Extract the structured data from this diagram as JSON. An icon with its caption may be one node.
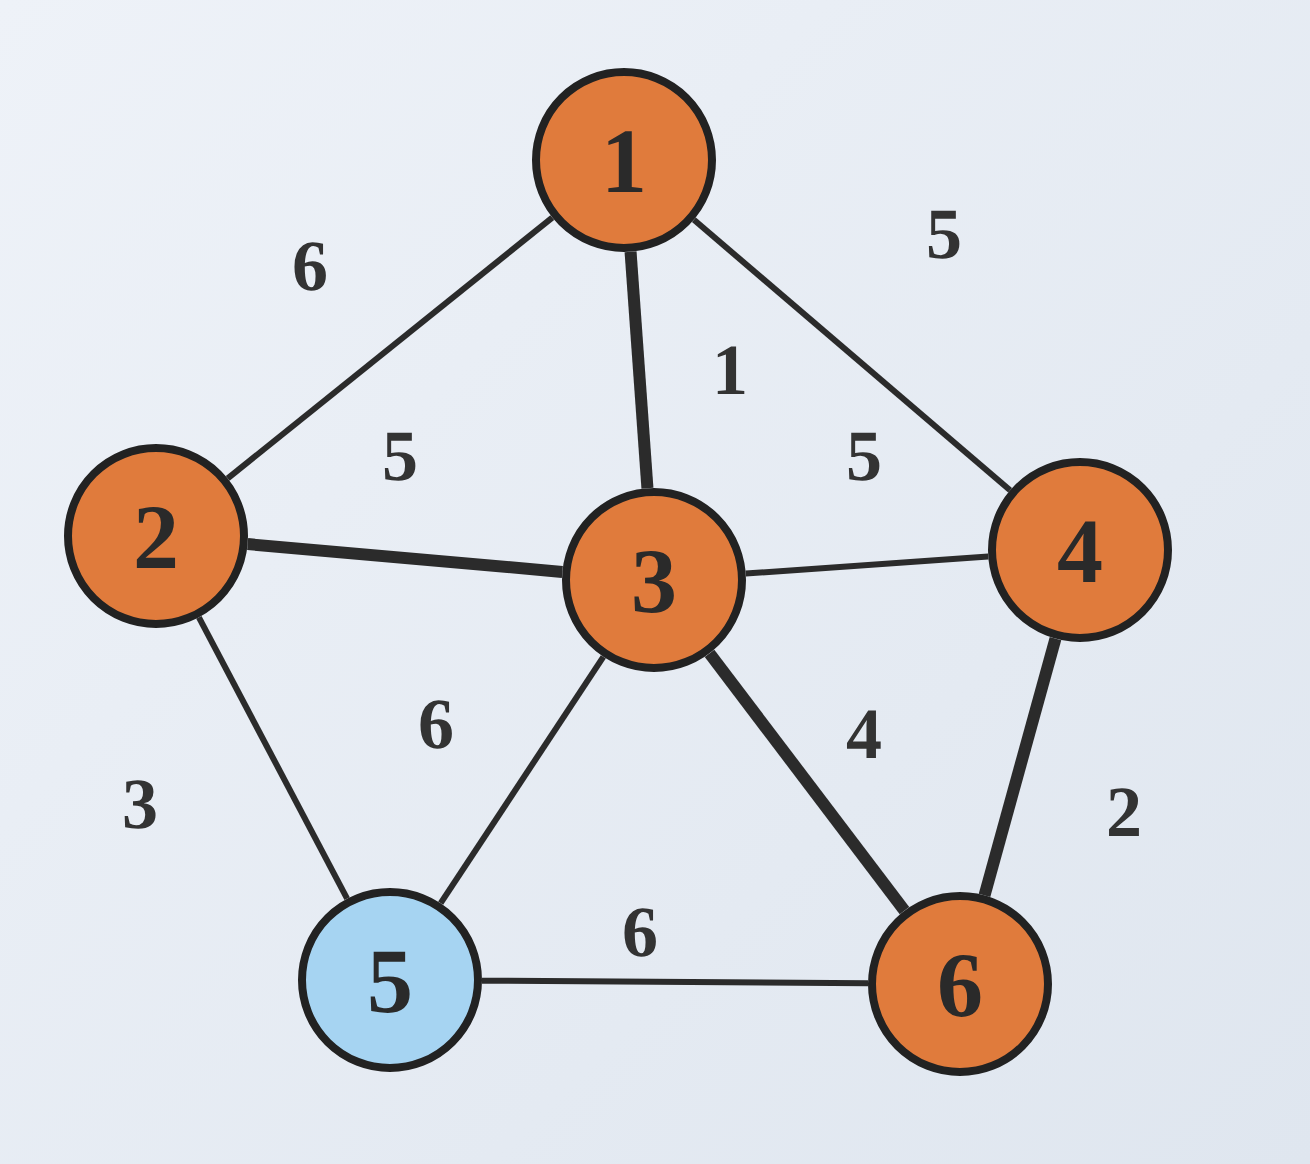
{
  "diagram": {
    "nodes": [
      {
        "text": [
          "1"
        ]
      },
      {
        "text": [
          "2"
        ]
      },
      {
        "text": [
          "3"
        ]
      },
      {
        "text": [
          "4"
        ]
      },
      {
        "text": [
          "5"
        ]
      },
      {
        "text": [
          "6"
        ]
      }
    ],
    "edges": [
      {
        "from": 0,
        "to": 1,
        "arrow": "none",
        "label": "6"
      },
      {
        "from": 0,
        "to": 2,
        "arrow": "none",
        "label": "1",
        "style": "thick"
      },
      {
        "from": 0,
        "to": 3,
        "arrow": "none",
        "label": "5"
      },
      {
        "from": 1,
        "to": 2,
        "arrow": "none",
        "label": "5",
        "style": "thick"
      },
      {
        "from": 2,
        "to": 3,
        "arrow": "none",
        "label": "5"
      },
      {
        "from": 1,
        "to": 4,
        "arrow": "none",
        "label": "3"
      },
      {
        "from": 2,
        "to": 4,
        "arrow": "none",
        "label": "6"
      },
      {
        "from": 2,
        "to": 5,
        "arrow": "none",
        "label": "4",
        "style": "thick"
      },
      {
        "from": 3,
        "to": 5,
        "arrow": "none",
        "label": "2",
        "style": "thick"
      },
      {
        "from": 4,
        "to": 5,
        "arrow": "none",
        "label": "6"
      }
    ]
  }
}
